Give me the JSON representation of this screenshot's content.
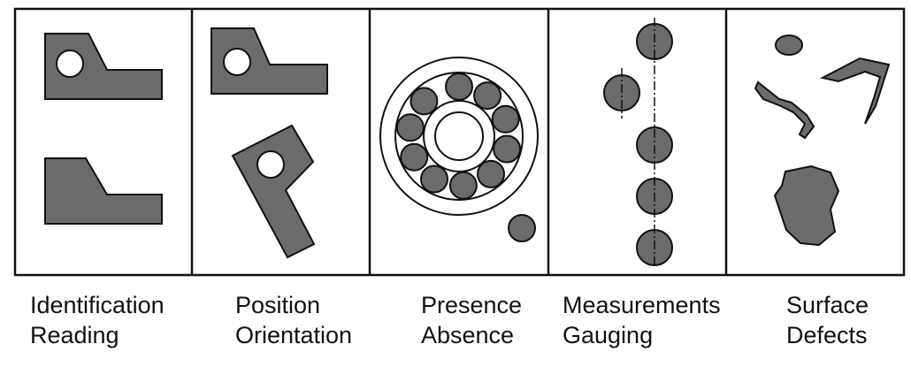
{
  "panels": [
    {
      "line1": "Identification",
      "line2": "Reading"
    },
    {
      "line1": "Position",
      "line2": "Orientation"
    },
    {
      "line1": "Presence",
      "line2": "Absence"
    },
    {
      "line1": "Measurements",
      "line2": "Gauging"
    },
    {
      "line1": "Surface",
      "line2": "Defects"
    }
  ],
  "colors": {
    "shape_fill": "#6b6b6b",
    "outline": "#111111",
    "background": "#ffffff"
  }
}
